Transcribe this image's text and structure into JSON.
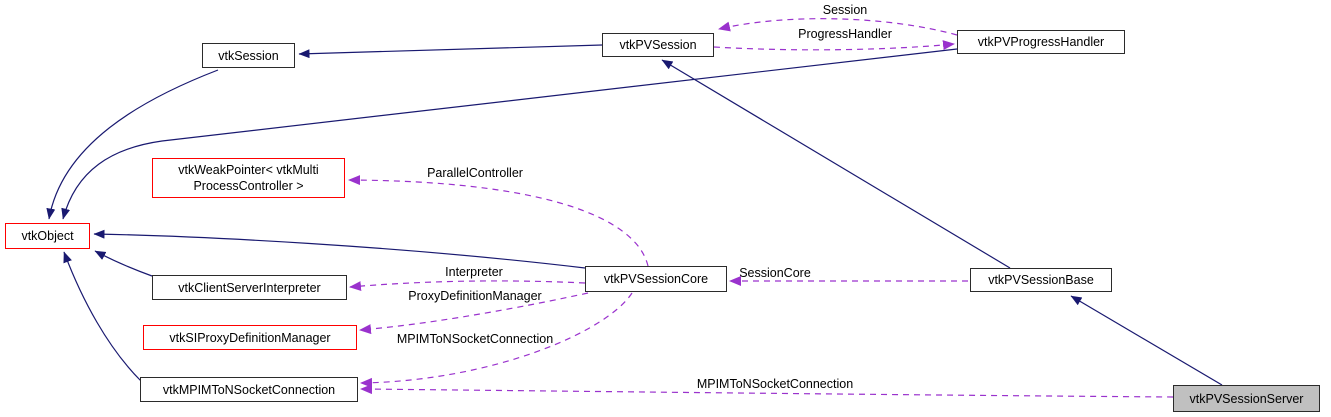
{
  "diagram": {
    "kind": "collaboration-graph",
    "colors": {
      "inheritance_edge": "#191970",
      "usage_edge": "#9a32cd",
      "node_border": "#2b2b2b",
      "truncated_node_border": "#ff0000",
      "focus_node_fill": "#c0c0c0",
      "background": "#ffffff"
    },
    "nodes": {
      "vtk_session": {
        "label": "vtkSession"
      },
      "vtk_pv_session": {
        "label": "vtkPVSession"
      },
      "vtk_pv_progress_handler": {
        "label": "vtkPVProgressHandler"
      },
      "vtk_weak_pointer": {
        "label": "vtkWeakPointer< vtkMultiProcessController >",
        "line1": "vtkWeakPointer< vtkMulti",
        "line2": "ProcessController >"
      },
      "vtk_object": {
        "label": "vtkObject"
      },
      "vtk_client_server_interpreter": {
        "label": "vtkClientServerInterpreter"
      },
      "vtk_pv_session_core": {
        "label": "vtkPVSessionCore"
      },
      "vtk_pv_session_base": {
        "label": "vtkPVSessionBase"
      },
      "vtk_si_proxy_definition_manager": {
        "label": "vtkSIProxyDefinitionManager"
      },
      "vtk_mpim_to_n_socket_connection": {
        "label": "vtkMPIMToNSocketConnection"
      },
      "vtk_pv_session_server": {
        "label": "vtkPVSessionServer"
      }
    },
    "edge_labels": {
      "session": "Session",
      "progress_handler": "ProgressHandler",
      "parallel_controller": "ParallelController",
      "interpreter": "Interpreter",
      "proxy_definition_manager": "ProxyDefinitionManager",
      "session_core": "SessionCore",
      "mpim_to_n_socket_connection_core": "MPIMToNSocketConnection",
      "mpim_to_n_socket_connection_server": "MPIMToNSocketConnection"
    }
  }
}
